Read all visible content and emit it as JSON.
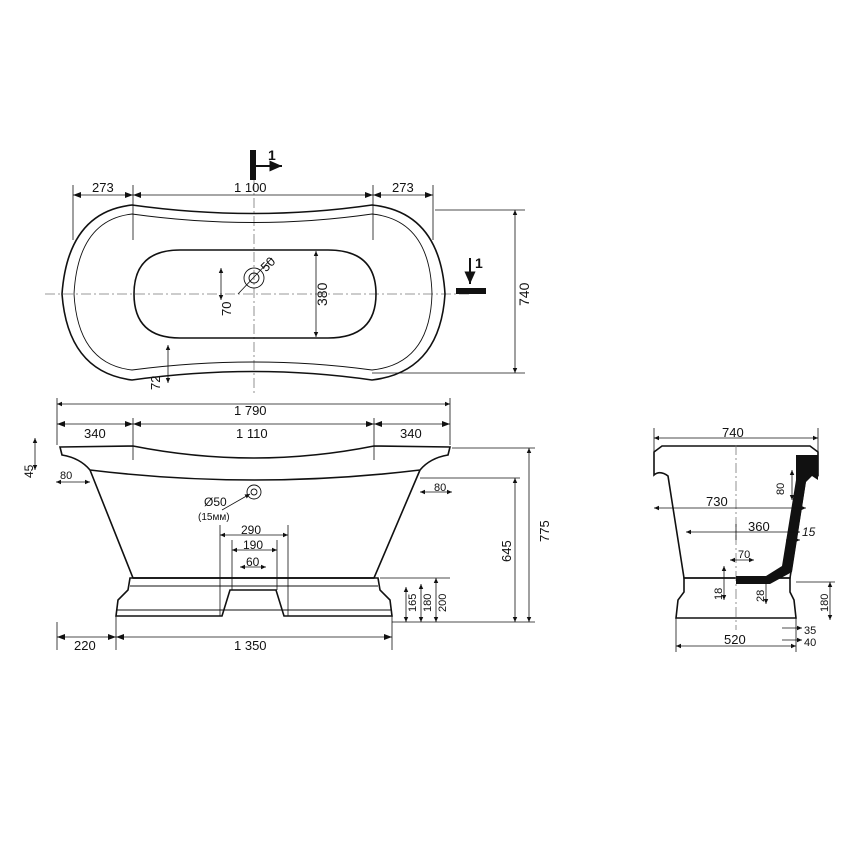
{
  "section_marks": {
    "top": "1",
    "right": "1"
  },
  "top_view": {
    "dims": {
      "left_end": "273",
      "middle": "1 100",
      "right_end": "273",
      "overall_width": "740",
      "inner_width": "380",
      "rim": "72",
      "drain_offset": "70",
      "drain_diameter": "50"
    }
  },
  "front_view": {
    "dims": {
      "overall_length": "1 790",
      "left_end": "340",
      "middle": "1 110",
      "right_end": "340",
      "rim_drop": "45",
      "rim_left": "80",
      "rim_right": "80",
      "overflow_label": "Ø50",
      "overflow_note": "(15мм)",
      "drain_290": "290",
      "drain_190": "190",
      "drain_60": "60",
      "base_165": "165",
      "base_180": "180",
      "base_200": "200",
      "height_inner": "645",
      "height_total": "775",
      "base_offset": "220",
      "base_length": "1 350"
    }
  },
  "side_view": {
    "dims": {
      "overall_width": "740",
      "inner_width": "730",
      "rim": "80",
      "drain_360": "360",
      "wall": "15",
      "pipe_70": "70",
      "pipe_18": "18",
      "pipe_28": "28",
      "base_180": "180",
      "base_35": "35",
      "base_40": "40",
      "base_width": "520"
    }
  }
}
